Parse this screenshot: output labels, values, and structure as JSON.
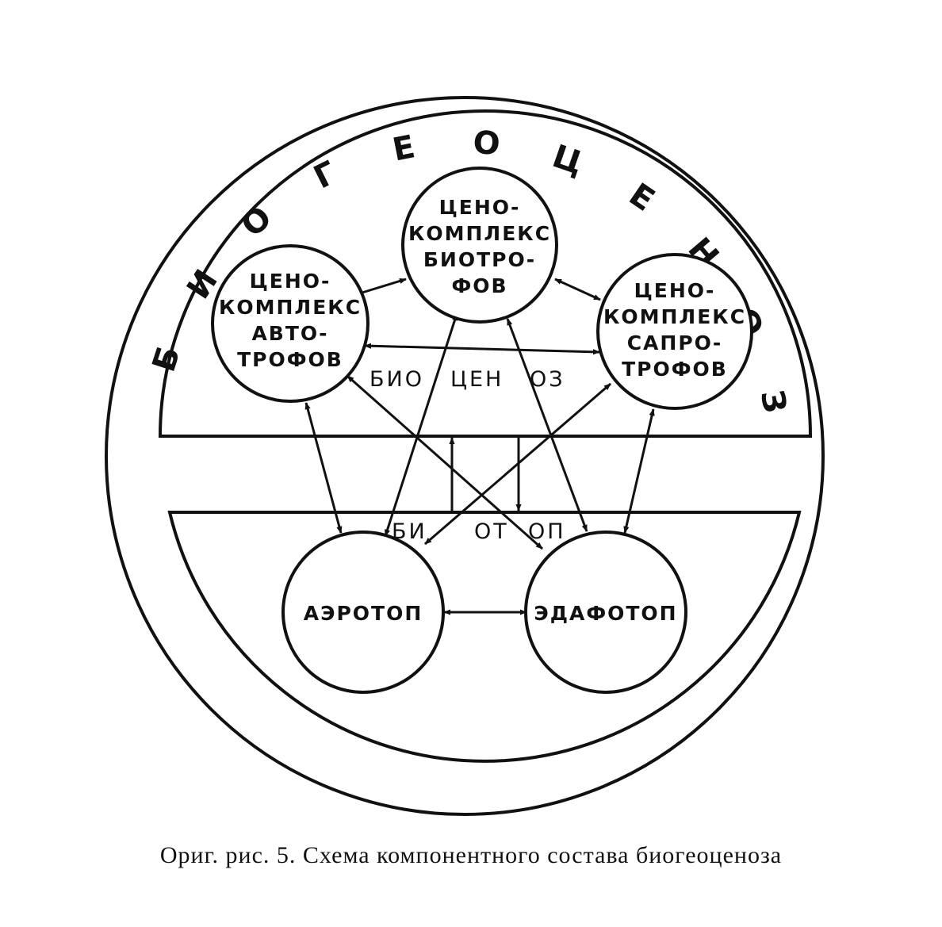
{
  "diagram": {
    "outer_label": "БИОГЕОЦЕНОЗ",
    "upper_region_label": [
      "БИО",
      "ЦЕН",
      "ОЗ"
    ],
    "lower_region_label": [
      "БИ",
      "ОТ",
      "ОП"
    ],
    "nodes": {
      "autotrophs": [
        "ЦЕНО-",
        "КОМПЛЕКС",
        "АВТО-",
        "ТРОФОВ"
      ],
      "biotrophs": [
        "ЦЕНО-",
        "КОМПЛЕКС",
        "БИОТРО-",
        "ФОВ"
      ],
      "saprotrophs": [
        "ЦЕНО-",
        "КОМПЛЕКС",
        "САПРО-",
        "ТРОФОВ"
      ],
      "aerotop": [
        "АЭРОТОП"
      ],
      "edaphotop": [
        "ЭДАФОТОП"
      ]
    },
    "links": [
      {
        "from": "autotrophs",
        "to": "biotrophs"
      },
      {
        "from": "biotrophs",
        "to": "saprotrophs"
      },
      {
        "from": "autotrophs",
        "to": "saprotrophs"
      },
      {
        "from": "autotrophs",
        "to": "aerotop"
      },
      {
        "from": "autotrophs",
        "to": "edaphotop"
      },
      {
        "from": "biotrophs",
        "to": "aerotop"
      },
      {
        "from": "biotrophs",
        "to": "edaphotop"
      },
      {
        "from": "saprotrophs",
        "to": "aerotop"
      },
      {
        "from": "saprotrophs",
        "to": "edaphotop"
      },
      {
        "from": "aerotop",
        "to": "edaphotop"
      },
      {
        "from": "biotop-region",
        "to": "biocenosis-region"
      },
      {
        "from": "biocenosis-region",
        "to": "biotop-region"
      }
    ]
  },
  "caption": "Ориг. рис. 5. Схема компонентного состава биогеоценоза"
}
